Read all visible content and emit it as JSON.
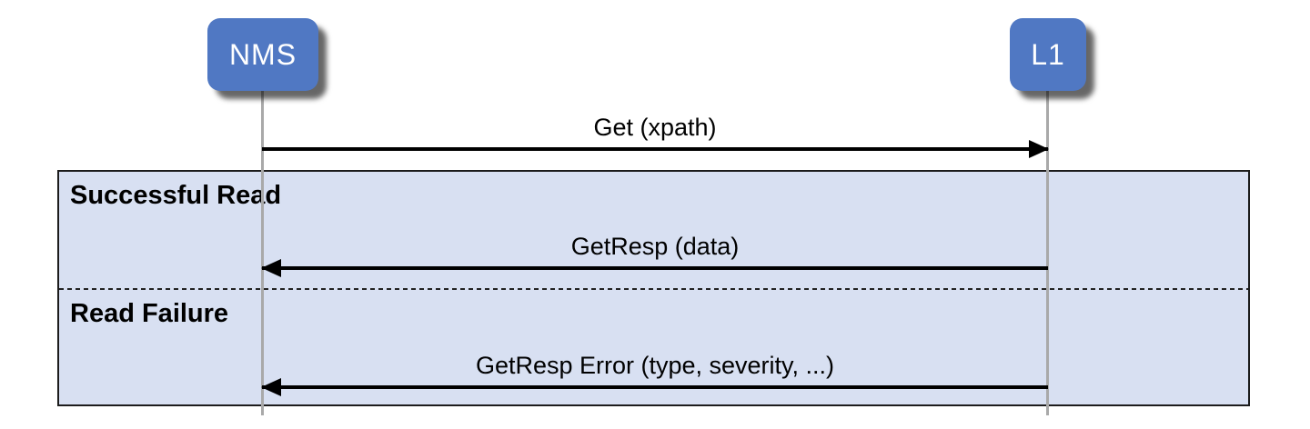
{
  "diagram": {
    "type": "sequence-diagram",
    "actors": [
      {
        "label": "NMS"
      },
      {
        "label": "L1"
      }
    ],
    "messages": [
      {
        "label": "Get (xpath)",
        "from": "NMS",
        "to": "L1",
        "direction": "right"
      },
      {
        "label": "GetResp (data)",
        "from": "L1",
        "to": "NMS",
        "direction": "left",
        "section": "Successful Read"
      },
      {
        "label": "GetResp Error (type, severity, ...)",
        "from": "L1",
        "to": "NMS",
        "direction": "left",
        "section": "Read Failure"
      }
    ],
    "frame": {
      "sections": [
        {
          "label": "Successful Read"
        },
        {
          "label": "Read Failure"
        }
      ]
    },
    "colors": {
      "actor_fill": "#5078c3",
      "actor_text": "#ffffff",
      "frame_fill": "#d8e0f2",
      "frame_border": "#1c1c1c",
      "lifeline": "#a9a9a9",
      "arrow": "#000000"
    }
  }
}
